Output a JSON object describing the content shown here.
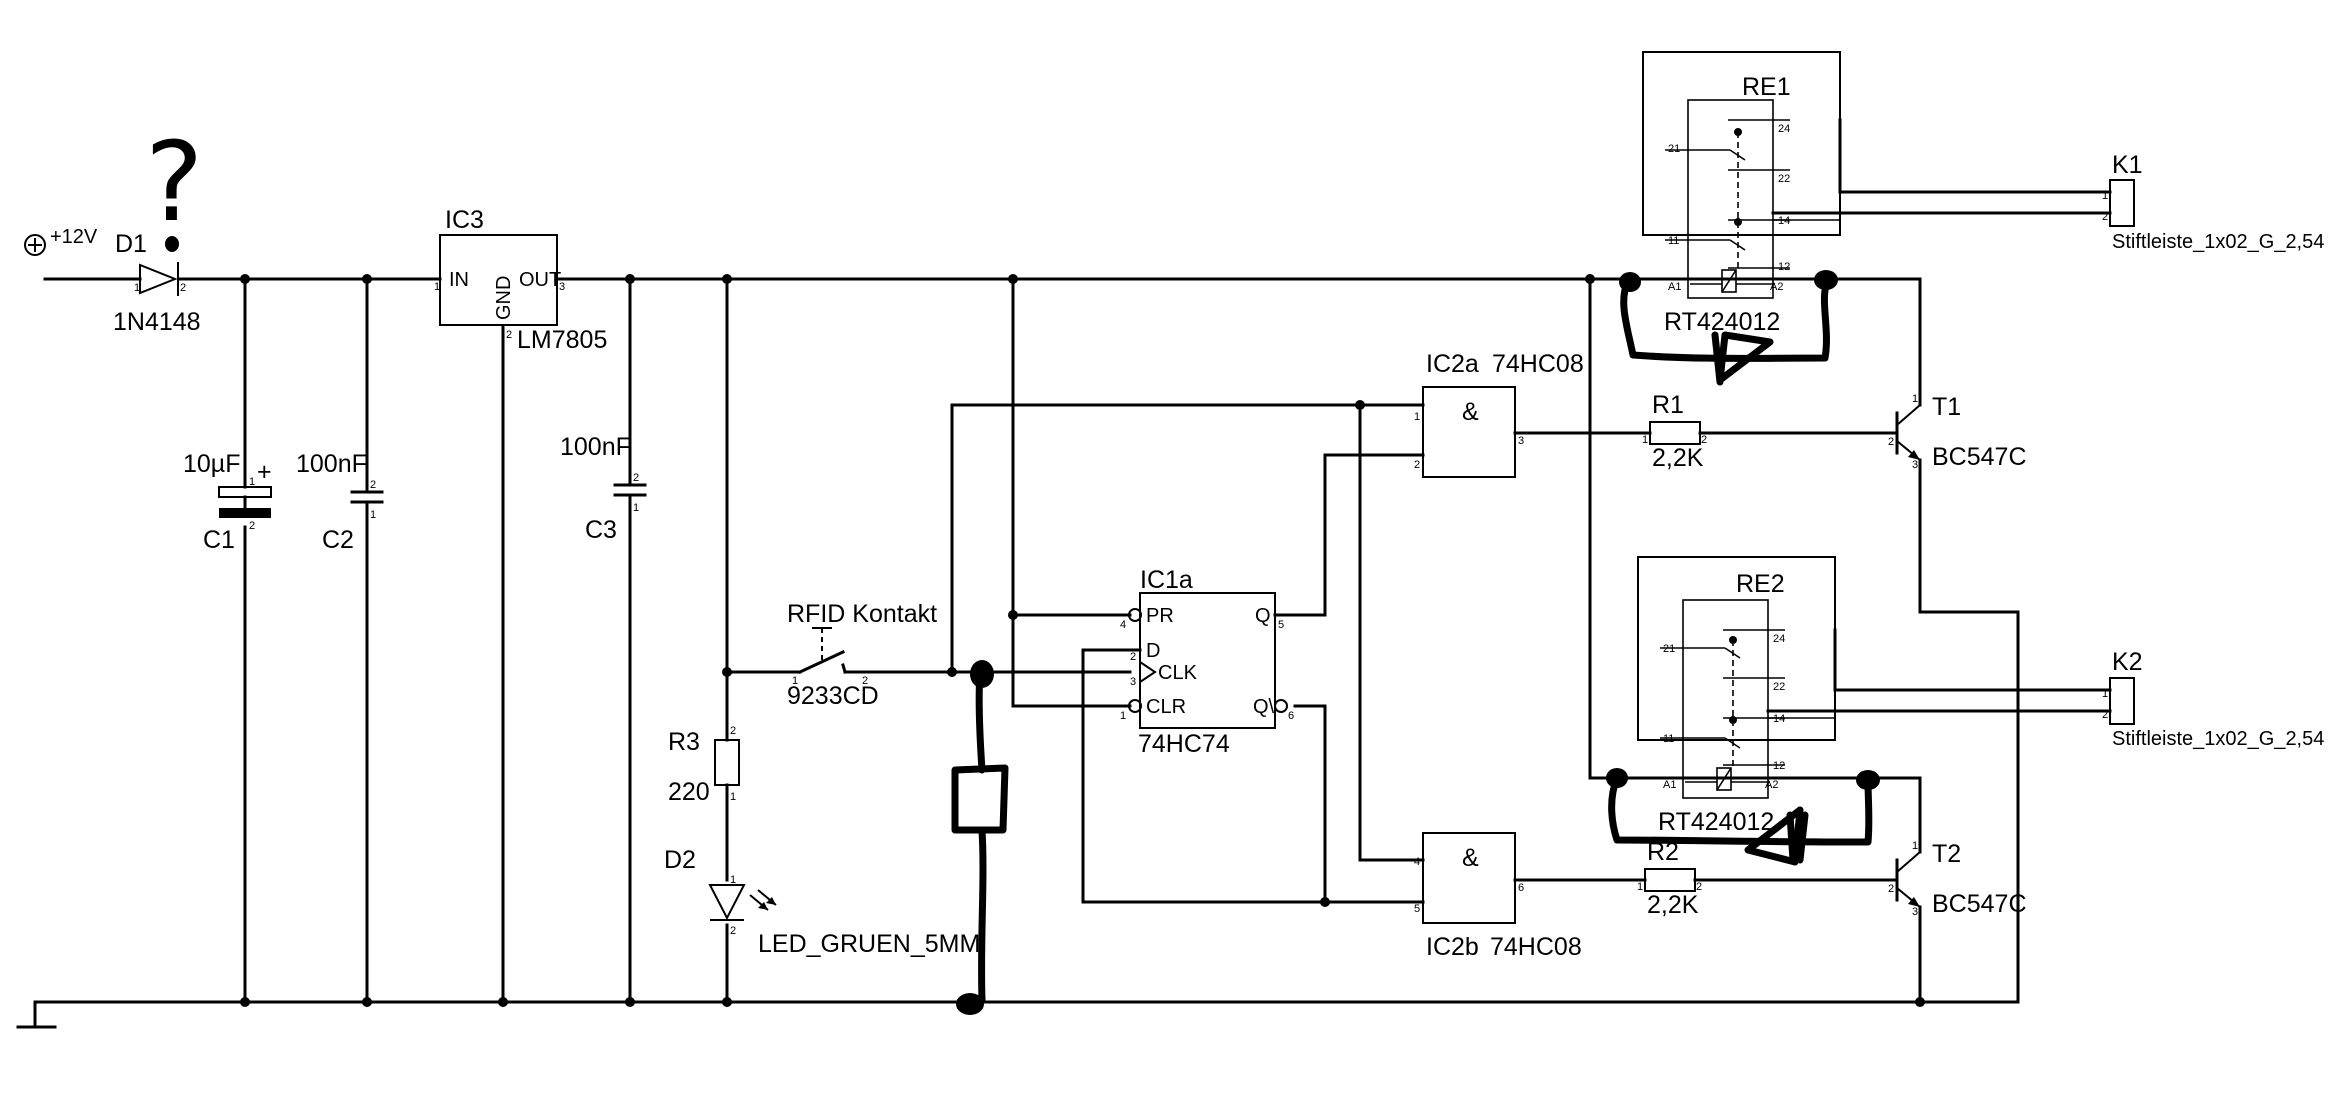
{
  "supply": {
    "label": "+12V"
  },
  "question_mark": "?",
  "D1": {
    "name": "D1",
    "value": "1N4148",
    "pin1": "1",
    "pin2": "2"
  },
  "C1": {
    "name": "C1",
    "value": "10µF",
    "polarity": "+",
    "pin1": "1",
    "pin2": "2"
  },
  "C2": {
    "name": "C2",
    "value": "100nF",
    "pin1": "1",
    "pin2": "2"
  },
  "C3": {
    "name": "C3",
    "value": "100nF",
    "pin1": "1",
    "pin2": "2"
  },
  "IC3": {
    "name": "IC3",
    "value": "LM7805",
    "pin_in": "IN",
    "pin_out": "OUT",
    "pin_gnd": "GND",
    "pin1": "1",
    "pin2": "2",
    "pin3": "3"
  },
  "R3": {
    "name": "R3",
    "value": "220",
    "pin1": "1",
    "pin2": "2"
  },
  "D2": {
    "name": "D2",
    "value": "LED_GRUEN_5MM",
    "pin1": "1",
    "pin2": "2"
  },
  "switch": {
    "name": "RFID Kontakt",
    "value": "9233CD",
    "pin1": "1",
    "pin2": "2"
  },
  "IC1a": {
    "name": "IC1a",
    "value": "74HC74",
    "pin_pr": "PR",
    "pin_d": "D",
    "pin_clk": "CLK",
    "pin_clr": "CLR",
    "pin_q": "Q",
    "pin_qn": "Q\\",
    "pin4": "4",
    "pin2": "2",
    "pin3": "3",
    "pin1": "1",
    "pin5": "5",
    "pin6": "6"
  },
  "IC2a": {
    "name": "IC2a",
    "value": "74HC08",
    "symbol": "&",
    "pin1": "1",
    "pin2": "2",
    "pin3": "3"
  },
  "IC2b": {
    "name": "IC2b",
    "value": "74HC08",
    "symbol": "&",
    "pin4": "4",
    "pin5": "5",
    "pin6": "6"
  },
  "R1": {
    "name": "R1",
    "value": "2,2K",
    "pin1": "1",
    "pin2": "2"
  },
  "R2": {
    "name": "R2",
    "value": "2,2K",
    "pin1": "1",
    "pin2": "2"
  },
  "T1": {
    "name": "T1",
    "value": "BC547C",
    "pin1": "1",
    "pin2": "2",
    "pin3": "3"
  },
  "T2": {
    "name": "T2",
    "value": "BC547C",
    "pin1": "1",
    "pin2": "2",
    "pin3": "3"
  },
  "RE1": {
    "name": "RE1",
    "value": "RT424012",
    "pins": [
      "24",
      "21",
      "22",
      "11",
      "14",
      "12",
      "A1",
      "A2"
    ]
  },
  "RE2": {
    "name": "RE2",
    "value": "RT424012",
    "pins": [
      "24",
      "21",
      "22",
      "11",
      "14",
      "12",
      "A1",
      "A2"
    ]
  },
  "K1": {
    "name": "K1",
    "value": "Stiftleiste_1x02_G_2,54",
    "pin1": "1",
    "pin2": "2"
  },
  "K2": {
    "name": "K2",
    "value": "Stiftleiste_1x02_G_2,54",
    "pin1": "1",
    "pin2": "2"
  }
}
